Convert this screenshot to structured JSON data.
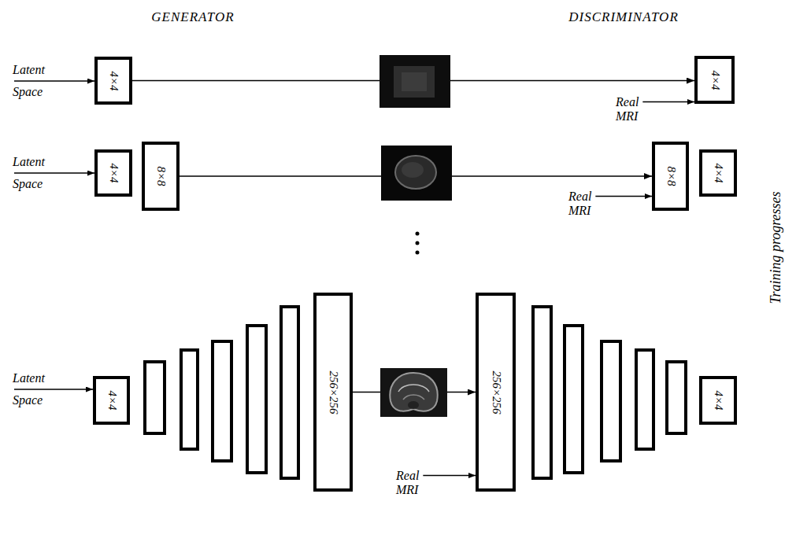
{
  "diagram": {
    "nodes": [
      {
        "text": [
          "4×4"
        ]
      },
      {
        "text": [
          "4×4"
        ]
      },
      {
        "text": [
          "4×4"
        ]
      },
      {
        "text": [
          "8×8"
        ]
      },
      {
        "text": [
          "8×8"
        ]
      },
      {
        "text": [
          "4×4"
        ]
      },
      {
        "text": [
          "4×4"
        ]
      },
      {
        "text": [
          "256×256"
        ]
      },
      {
        "text": [
          "256×256"
        ]
      },
      {
        "text": [
          "4×4"
        ]
      }
    ],
    "edges": [
      {
        "from": 0,
        "to": 1,
        "arrow": "to"
      },
      {
        "from": 3,
        "to": 4,
        "arrow": "to"
      },
      {
        "from": 7,
        "to": 8,
        "arrow": "to"
      }
    ],
    "labels": [
      "GENERATOR",
      "DISCRIMINATOR",
      "Latent Space",
      "Real MRI",
      "Latent Space",
      "Real MRI",
      "Latent Space",
      "Real MRI",
      "Training progresses"
    ]
  }
}
